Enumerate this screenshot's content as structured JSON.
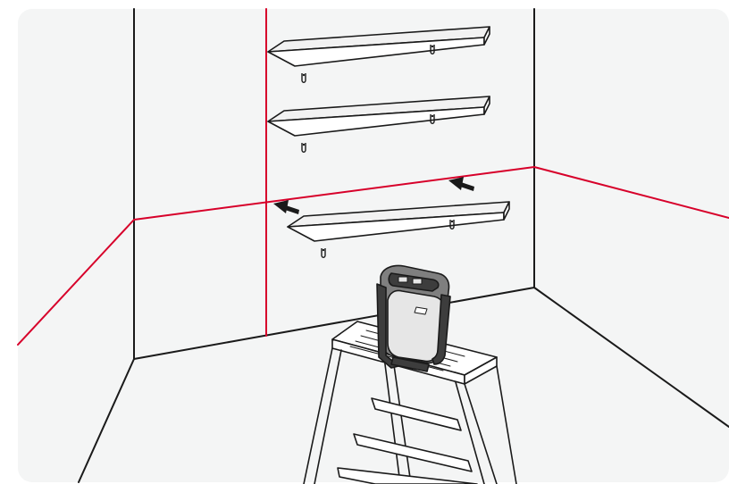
{
  "colors": {
    "background": "#ffffff",
    "panel": "#f4f5f5",
    "wall_line": "#1a1a1a",
    "laser": "#d7002a",
    "shelf_fill": "#f2f2f2",
    "tool_body": "#7f7f7f",
    "tool_dark": "#3d3d3d",
    "tool_light": "#e6e6e6"
  },
  "scene": {
    "shelf_count": 3,
    "arrow_count": 2,
    "laser_lines": [
      "vertical-line",
      "horizontal-line-left-wall",
      "horizontal-line-back-wall",
      "horizontal-line-right-wall"
    ],
    "icons": [
      "line-laser-tool-icon",
      "step-ladder-icon",
      "shelf-icon",
      "arrow-icon"
    ]
  }
}
